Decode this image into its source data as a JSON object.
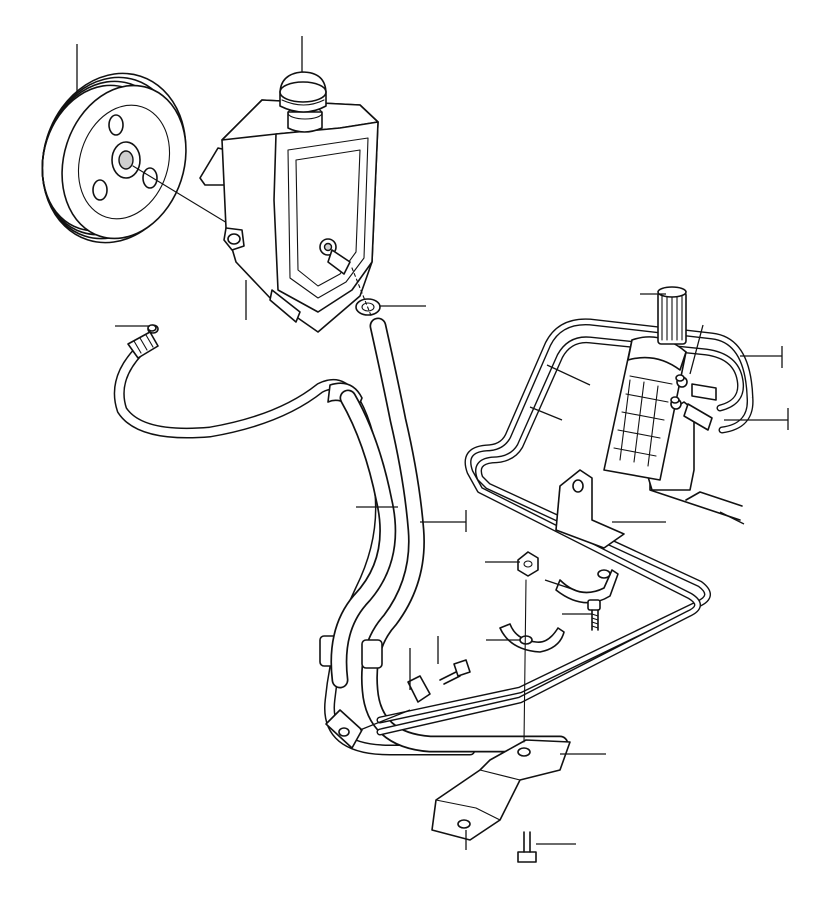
{
  "diagram": {
    "components": [
      {
        "id": "pulley",
        "kind": "power steering pump pulley"
      },
      {
        "id": "reservoir",
        "kind": "fluid reservoir with cap"
      },
      {
        "id": "pressure-hose",
        "kind": "high pressure hose assembly"
      },
      {
        "id": "return-hose",
        "kind": "return hose"
      },
      {
        "id": "steering-gear",
        "kind": "steering rack valve housing"
      },
      {
        "id": "pipe-bundle",
        "kind": "rigid pipes to steering gear"
      },
      {
        "id": "support-bracket",
        "kind": "pipe support bracket"
      },
      {
        "id": "pipe-clamp",
        "kind": "pipe clamp halves"
      },
      {
        "id": "mount-bracket",
        "kind": "lower mounting bracket"
      },
      {
        "id": "fasteners",
        "kind": "bolts, nuts and sealing washers"
      }
    ],
    "callout_count": 20
  }
}
